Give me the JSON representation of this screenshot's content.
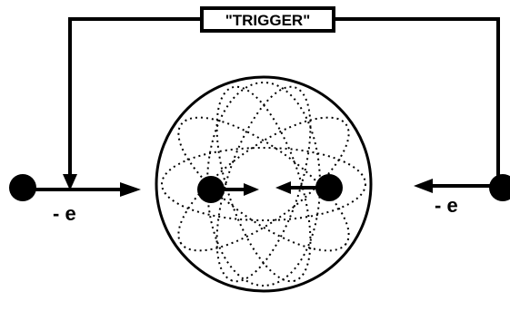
{
  "diagram": {
    "trigger_label": "\"TRIGGER\"",
    "left_particle_label": "- e",
    "right_particle_label": "- e"
  },
  "colors": {
    "ink": "#000000",
    "background": "#ffffff"
  }
}
